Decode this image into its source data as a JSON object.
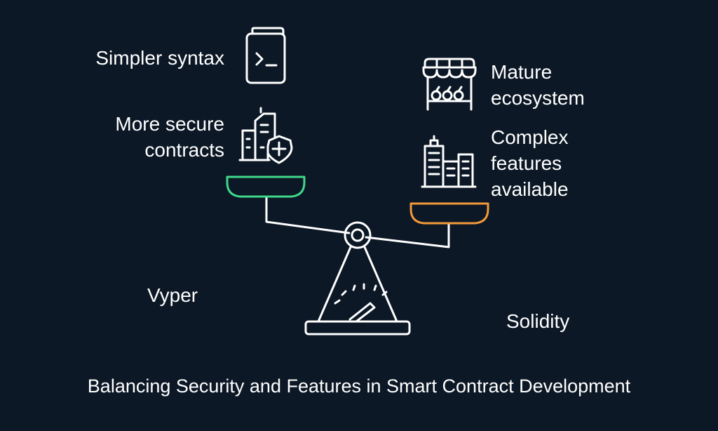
{
  "left": {
    "label_syntax": "Simpler syntax",
    "label_secure_line1": "More secure",
    "label_secure_line2": "contracts",
    "label_language": "Vyper",
    "pan_color": "#3fd98a"
  },
  "right": {
    "label_mature_line1": "Mature",
    "label_mature_line2": "ecosystem",
    "label_complex_line1": "Complex",
    "label_complex_line2": "features",
    "label_complex_line3": "available",
    "label_language": "Solidity",
    "pan_color": "#f29a3a"
  },
  "title": "Balancing Security and Features in Smart Contract Development",
  "icons": {
    "syntax": "terminal-book-icon",
    "secure": "shield-building-icon",
    "mature": "market-stall-icon",
    "complex": "city-buildings-icon",
    "balance": "balance-scale-icon"
  }
}
